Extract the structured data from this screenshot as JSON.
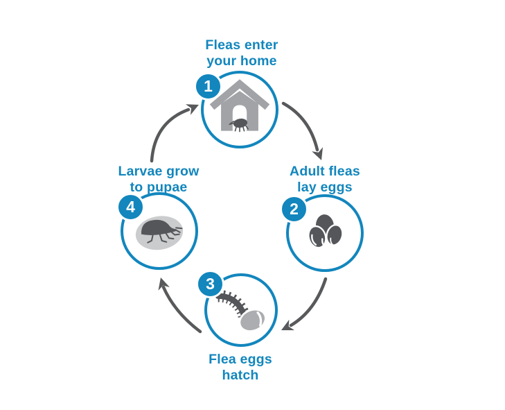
{
  "colors": {
    "accent_blue": "#1286bd",
    "arrow_gray": "#58595b",
    "icon_dark_gray": "#54565a",
    "house_gray": "#a1a3a6",
    "cocoon_light_gray": "#cacccd",
    "egg_light_gray": "#abadb0"
  },
  "steps": [
    {
      "number": "1",
      "label": "Fleas enter\nyour home",
      "icon": "house-with-flea-icon"
    },
    {
      "number": "2",
      "label": "Adult fleas\nlay eggs",
      "icon": "flea-eggs-icon"
    },
    {
      "number": "3",
      "label": "Flea eggs\nhatch",
      "icon": "larva-hatching-icon"
    },
    {
      "number": "4",
      "label": "Larvae grow\nto pupae",
      "icon": "flea-pupa-icon"
    }
  ]
}
